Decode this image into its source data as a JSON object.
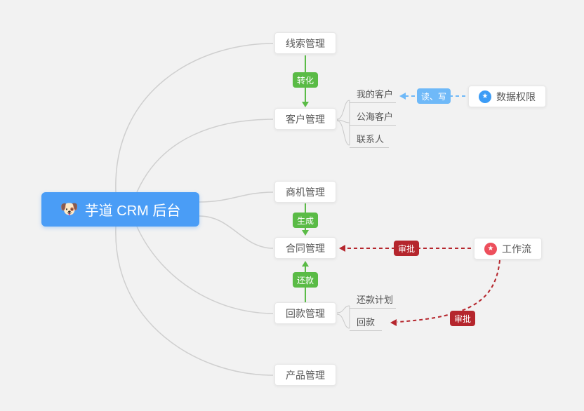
{
  "root": {
    "emoji": "🐶",
    "label": "芋道 CRM 后台"
  },
  "nodes": {
    "leads": {
      "label": "线索管理"
    },
    "customers": {
      "label": "客户管理"
    },
    "opportunity": {
      "label": "商机管理"
    },
    "contract": {
      "label": "合同管理"
    },
    "receivable": {
      "label": "回款管理"
    },
    "product": {
      "label": "产品管理"
    },
    "data_permission": {
      "label": "数据权限"
    },
    "workflow": {
      "label": "工作流"
    }
  },
  "sub_items": {
    "my_customers": {
      "label": "我的客户"
    },
    "public_customers": {
      "label": "公海客户"
    },
    "contacts": {
      "label": "联系人"
    },
    "repayment_plan": {
      "label": "还款计划"
    },
    "receivable_record": {
      "label": "回款"
    }
  },
  "edge_labels": {
    "convert": "转化",
    "generate": "生成",
    "repay": "还款",
    "read_write": "读、写",
    "approve_contract": "审批",
    "approve_receivable": "审批"
  },
  "icons": {
    "star": "★"
  },
  "colors": {
    "canvas_bg": "#f2f2f2",
    "root_bg": "#4a9df6",
    "edge_green": "#5abb46",
    "edge_blue": "#6fb9f8",
    "edge_red": "#b5262d",
    "star_blue": "#3b9cf6",
    "star_red": "#ed4f5c",
    "connector_gray": "#cfcfcf"
  }
}
